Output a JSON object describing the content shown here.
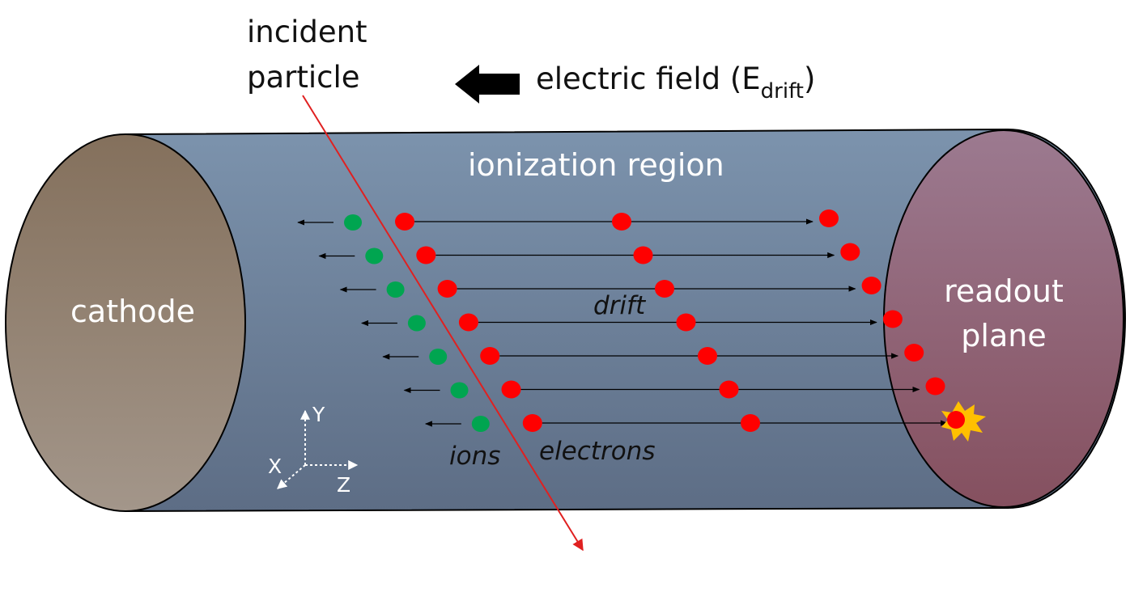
{
  "labels": {
    "incident_line1": "incident",
    "incident_line2": "particle",
    "field_text": "electric field (E",
    "field_sub": "drift",
    "field_close": ")",
    "ionization_region": "ionization region",
    "cathode": "cathode",
    "readout_line1": "readout",
    "readout_line2": "plane",
    "drift": "drift",
    "ions": "ions",
    "electrons": "electrons",
    "axis_y": "Y",
    "axis_x": "X",
    "axis_z": "Z"
  },
  "colors": {
    "cylinder_top": "#7c93ad",
    "cylinder_bottom": "#5d6d85",
    "cathode_top": "#84705c",
    "cathode_bottom": "#a3968a",
    "readout_top": "#9c7a90",
    "readout_bottom": "#85505f",
    "electron": "#ff0000",
    "ion": "#00a550",
    "track": "#e02020",
    "spark_outer": "#ffc000",
    "spark_inner": "#ff8c00"
  },
  "diagram": {
    "electron_rows": 7,
    "icons": [
      "field-arrow-icon",
      "spark-icon",
      "axis-triad-icon"
    ]
  }
}
